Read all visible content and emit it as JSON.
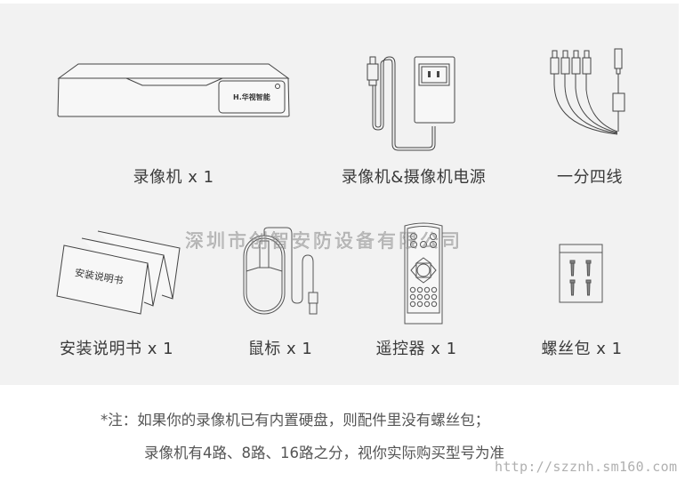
{
  "items": [
    {
      "name": "录像机",
      "label": "录像机 x 1",
      "icon": "dvr-recorder-icon",
      "brand": "H.华视智能"
    },
    {
      "name": "录像机&摄像机电源",
      "label": "录像机&摄像机电源",
      "icon": "power-adapter-icon"
    },
    {
      "name": "一分四线",
      "label": "一分四线",
      "icon": "splitter-cable-icon"
    },
    {
      "name": "安装说明书",
      "label": "安装说明书 x 1",
      "icon": "manual-icon",
      "cover_text": "安装说明书"
    },
    {
      "name": "鼠标",
      "label": "鼠标 x 1",
      "icon": "mouse-icon"
    },
    {
      "name": "遥控器",
      "label": "遥控器 x 1",
      "icon": "remote-control-icon"
    },
    {
      "name": "螺丝包",
      "label": "螺丝包 x 1",
      "icon": "screw-bag-icon"
    }
  ],
  "watermark": "深圳市创智安防设备有限公司",
  "notes": {
    "line1": "*注：如果你的录像机已有内置硬盘，则配件里没有螺丝包；",
    "line2": "录像机有4路、8路、16路之分，视你实际购买型号为准"
  },
  "url": "http://szznh.sm160.com",
  "colors": {
    "panel_bg": "#f2f2f2",
    "page_bg": "#ffffff",
    "line": "#555555",
    "text": "#3a3a3a"
  }
}
